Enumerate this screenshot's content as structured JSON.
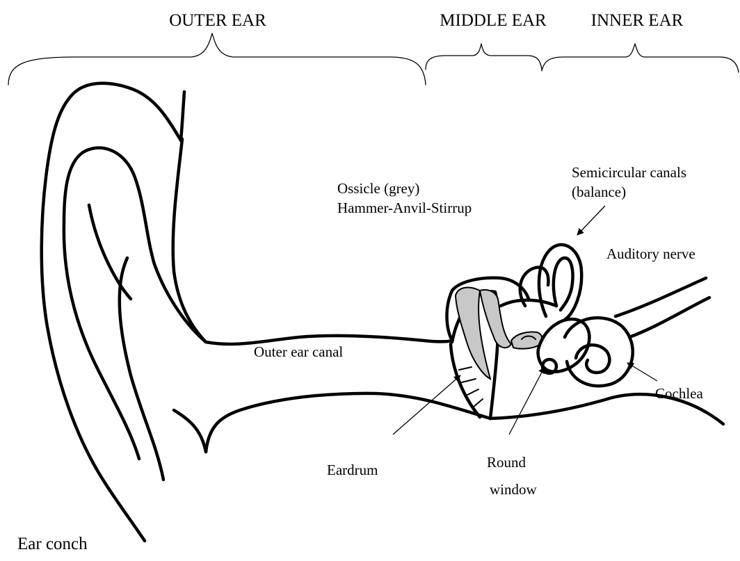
{
  "sections": {
    "outer": "OUTER EAR",
    "middle": "MIDDLE EAR",
    "inner": "INNER EAR"
  },
  "labels": {
    "ossicle_line1": "Ossicle (grey)",
    "ossicle_line2": "Hammer-Anvil-Stirrup",
    "semicircular_line1": "Semicircular canals",
    "semicircular_line2": "(balance)",
    "auditory_nerve": "Auditory nerve",
    "outer_ear_canal": "Outer ear canal",
    "cochlea": "Cochlea",
    "eardrum": "Eardrum",
    "round_window_line1": "Round",
    "round_window_line2": "window",
    "ear_conch": "Ear conch"
  },
  "colors": {
    "ossicle_fill": "#c8c8c8",
    "line": "#000000",
    "background": "#ffffff"
  }
}
